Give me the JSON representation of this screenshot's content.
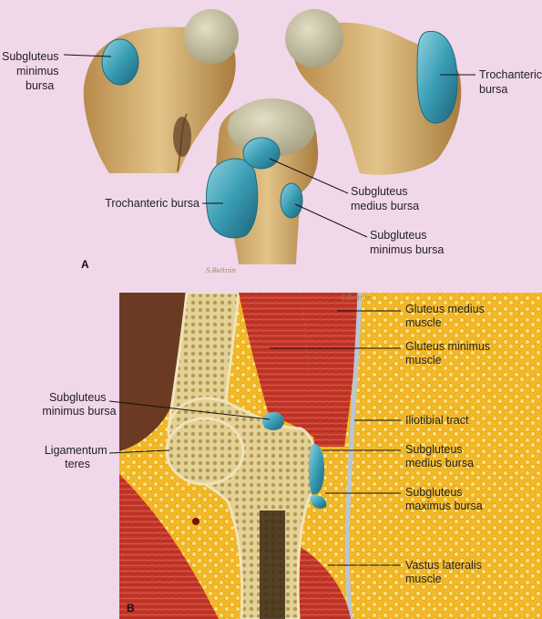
{
  "panel_a": {
    "letter": "A",
    "signature": "S.Beltrán",
    "labels": {
      "subgluteus_minimus_left": [
        "Subgluteus",
        "minimus",
        "bursa"
      ],
      "trochanteric_right": [
        "Trochanteric",
        "bursa"
      ],
      "trochanteric_center": "Trochanteric bursa",
      "subgluteus_medius": [
        "Subgluteus",
        "medius bursa"
      ],
      "subgluteus_minimus_center": [
        "Subgluteus",
        "minimus bursa"
      ]
    }
  },
  "panel_b": {
    "letter": "B",
    "signature": "S.Beltrán",
    "labels": {
      "subgluteus_minimus": [
        "Subgluteus",
        "minimus bursa"
      ],
      "ligamentum_teres": [
        "Ligamentum",
        "teres"
      ],
      "gluteus_medius": [
        "Gluteus medius",
        "muscle"
      ],
      "gluteus_minimus": [
        "Gluteus minimus",
        "muscle"
      ],
      "iliotibial_tract": "Iliotibial tract",
      "subgluteus_medius": [
        "Subgluteus",
        "medius bursa"
      ],
      "subgluteus_maximus": [
        "Subgluteus",
        "maximus bursa"
      ],
      "vastus_lateralis": [
        "Vastus lateralis",
        "muscle"
      ]
    }
  },
  "colors": {
    "background": "#f1d7ea",
    "bone": "#d9b77a",
    "femoral_head": "#c8c2a4",
    "bursa": "#3fa2b8",
    "muscle": "#c8352b",
    "fat": "#f2c23a",
    "marrow": "#d8c88a"
  }
}
